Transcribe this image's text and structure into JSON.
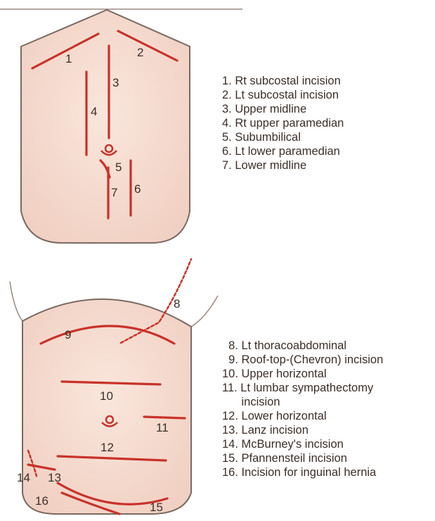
{
  "top_diagram": {
    "labels": [
      "1",
      "2",
      "3",
      "4",
      "5",
      "6",
      "7"
    ]
  },
  "bottom_diagram": {
    "labels": [
      "8",
      "9",
      "10",
      "11",
      "12",
      "13",
      "14",
      "15",
      "16"
    ]
  },
  "legend_top": [
    "1. Rt subcostal incision",
    "2. Lt subcostal incision",
    "3. Upper midline",
    "4. Rt upper paramedian",
    "5. Subumbilical",
    "6. Lt lower paramedian",
    "7. Lower midline"
  ],
  "legend_bottom": [
    "  8. Lt thoracoabdominal",
    "  9. Roof-top-(Chevron) incision",
    "10. Upper horizontal",
    "11. Lt lumbar sympathectomy",
    "      incision",
    "12. Lower horizontal",
    "13. Lanz incision",
    "14. McBurney's incision",
    "15. Pfannensteil incision",
    "16. Incision for inguinal hernia"
  ],
  "colors": {
    "skin": "#f6dcd0",
    "skin_shade": "#efcdbf",
    "outline": "#7a6a62",
    "incision": "#c8322a",
    "text": "#3a2e28"
  }
}
